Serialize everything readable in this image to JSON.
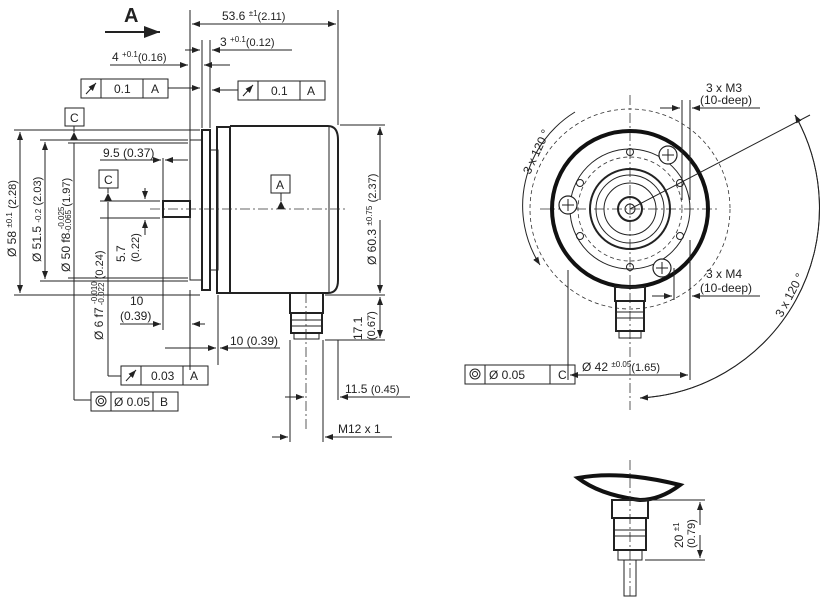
{
  "view_marker": "A",
  "side_view": {
    "overall_length": {
      "value": "53.6",
      "tol": "±1",
      "inch": "(2.11)"
    },
    "dim_3": {
      "value": "3",
      "tol": "+0.1",
      "inch": "(0.12)"
    },
    "dim_4": {
      "value": "4",
      "tol": "+0.1",
      "inch": "(0.16)"
    },
    "frame_left": {
      "value": "0.1",
      "datum": "A"
    },
    "frame_right": {
      "value": "0.1",
      "datum": "A"
    },
    "datum_c": "C",
    "datum_a": "A",
    "dim_9_5": "9.5 (0.37)",
    "dia_58": {
      "value": "Ø 58",
      "tol": "±0.1",
      "inch": "(2.28)"
    },
    "dia_51_5": {
      "value": "Ø 51.5",
      "tol": "-0.2",
      "inch": "(2.03)"
    },
    "dia_50": {
      "value": "Ø 50 f8",
      "tol_upper": "-0.025",
      "tol_lower": "-0.065",
      "inch": "(1.97)"
    },
    "dia_6": {
      "value": "Ø 6 f7",
      "tol_upper": "-0.010",
      "tol_lower": "-0.022",
      "inch": "(0.24)"
    },
    "dim_5_7": {
      "value": "5.7",
      "inch": "(0.22)"
    },
    "dia_60_3": {
      "value": "Ø 60.3",
      "tol": "±0.75",
      "inch": "(2.37)"
    },
    "dim_10a": {
      "value": "10",
      "inch": "(0.39)"
    },
    "dim_10b": "10 (0.39)",
    "dim_17_1": {
      "value": "17.1",
      "inch": "(0.67)"
    },
    "frame_runout": {
      "value": "0.03",
      "datum": "A"
    },
    "frame_concentric": {
      "value": "Ø 0.05",
      "datum": "B"
    },
    "dim_11_5": {
      "value": "11.5",
      "inch": "(0.45)"
    },
    "thread": "M12 x 1"
  },
  "front_view": {
    "angle_left": "3 x 120 °",
    "angle_right": "3 x 120 °",
    "m3": {
      "label": "3 x M3",
      "depth": "(10-deep)"
    },
    "m4": {
      "label": "3 x M4",
      "depth": "(10-deep)"
    },
    "frame_concentric": {
      "value": "Ø 0.05",
      "datum": "C"
    },
    "dia_42": {
      "value": "Ø 42",
      "tol": "±0.05",
      "inch": "(1.65)"
    }
  },
  "detail_view": {
    "dim_20": {
      "value": "20",
      "tol": "±1",
      "inch": "(0.79)"
    }
  }
}
